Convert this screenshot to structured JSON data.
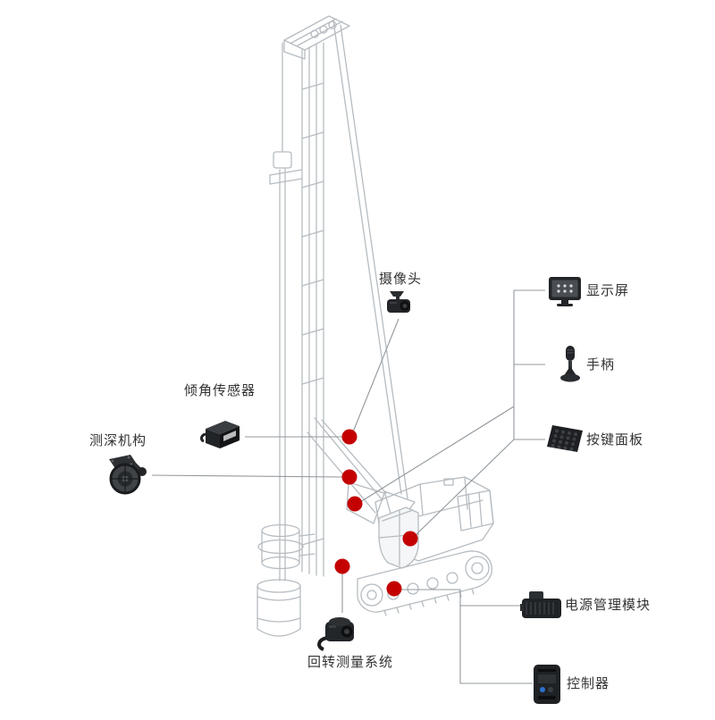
{
  "diagram": {
    "subject": "rotary-drilling-rig-line-drawing",
    "marker_count": 6
  },
  "colors": {
    "background": "#ffffff",
    "marker": "#c40000",
    "leader_line": "#92989d",
    "artwork": "#b6bcc1",
    "label_text": "#333333"
  },
  "callouts": {
    "camera": {
      "label": "摄像头",
      "icon": "camera-icon"
    },
    "display": {
      "label": "显示屏",
      "icon": "display-icon"
    },
    "joystick": {
      "label": "手柄",
      "icon": "joystick-icon"
    },
    "keypad": {
      "label": "按键面板",
      "icon": "keypad-icon"
    },
    "tilt_sensor": {
      "label": "倾角传感器",
      "icon": "tilt-sensor-icon"
    },
    "depth_mechanism": {
      "label": "测深机构",
      "icon": "depth-mechanism-icon"
    },
    "rotary_system": {
      "label": "回转测量系统",
      "icon": "rotary-system-icon"
    },
    "power_module": {
      "label": "电源管理模块",
      "icon": "power-module-icon"
    },
    "controller": {
      "label": "控制器",
      "icon": "controller-icon"
    }
  }
}
